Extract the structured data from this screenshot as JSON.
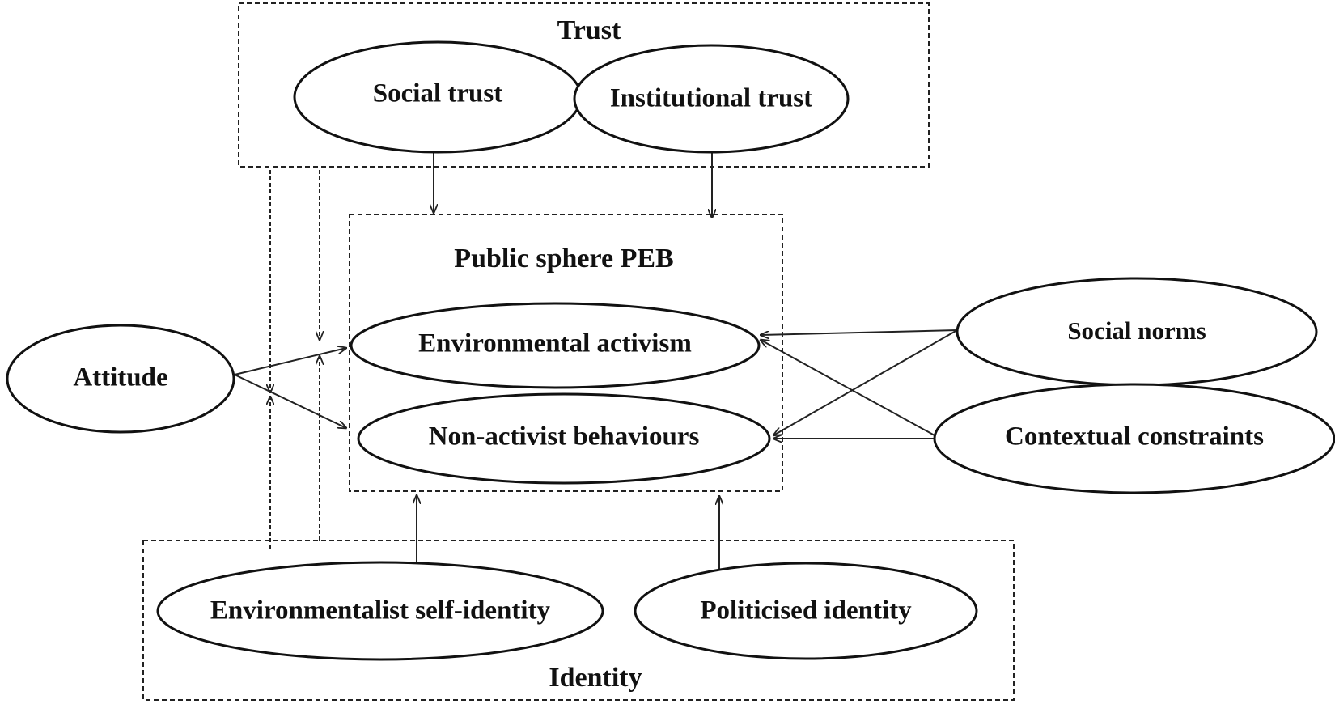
{
  "groups": {
    "trust": "Trust",
    "public_sphere": "Public sphere PEB",
    "identity": "Identity"
  },
  "nodes": {
    "social_trust": "Social trust",
    "institutional_trust": "Institutional trust",
    "environmental_activism": "Environmental activism",
    "non_activist": "Non-activist behaviours",
    "attitude": "Attitude",
    "social_norms": "Social norms",
    "contextual_constraints": "Contextual constraints",
    "environmentalist_self_identity": "Environmentalist self-identity",
    "politicised_identity": "Politicised identity"
  }
}
